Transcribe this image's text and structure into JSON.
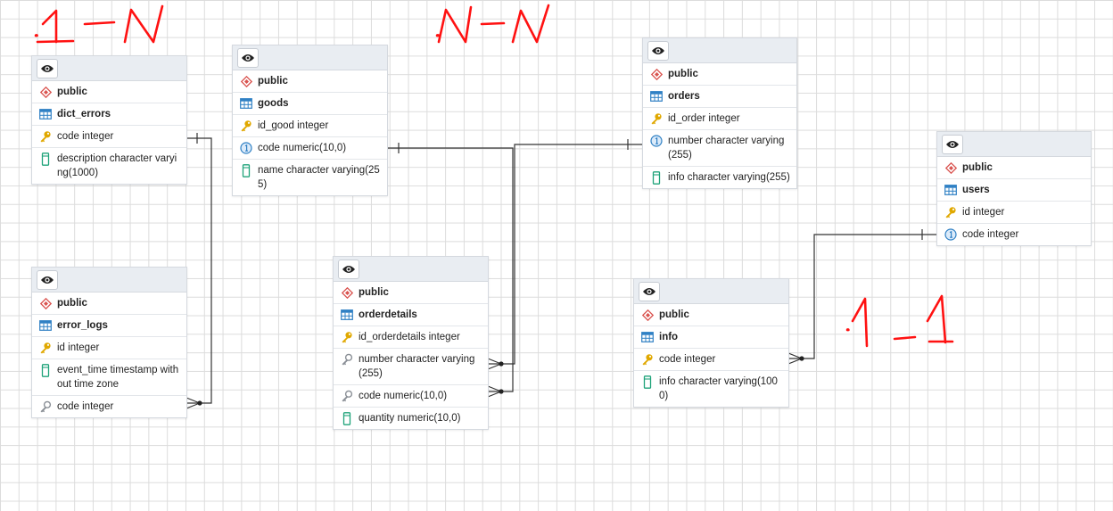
{
  "annotations": {
    "one_to_many": "1-N",
    "many_to_many": "N-N",
    "one_to_one": "1-1"
  },
  "tables": {
    "dict_errors": {
      "schema": "public",
      "name": "dict_errors",
      "columns": [
        {
          "icon": "primary-key-icon",
          "text": "code integer"
        },
        {
          "icon": "column-icon",
          "text": "description character varying(1000)"
        }
      ]
    },
    "error_logs": {
      "schema": "public",
      "name": "error_logs",
      "columns": [
        {
          "icon": "primary-key-icon",
          "text": "id integer"
        },
        {
          "icon": "column-icon",
          "text": "event_time timestamp without time zone"
        },
        {
          "icon": "foreign-key-icon",
          "text": "code integer"
        }
      ]
    },
    "goods": {
      "schema": "public",
      "name": "goods",
      "columns": [
        {
          "icon": "primary-key-icon",
          "text": "id_good integer"
        },
        {
          "icon": "unique-icon",
          "text": "code numeric(10,0)"
        },
        {
          "icon": "column-icon",
          "text": "name character varying(255)"
        }
      ]
    },
    "orderdetails": {
      "schema": "public",
      "name": "orderdetails",
      "columns": [
        {
          "icon": "primary-key-icon",
          "text": "id_orderdetails integer"
        },
        {
          "icon": "foreign-key-icon",
          "text": "number character varying(255)"
        },
        {
          "icon": "foreign-key-icon",
          "text": "code numeric(10,0)"
        },
        {
          "icon": "column-icon",
          "text": "quantity numeric(10,0)"
        }
      ]
    },
    "orders": {
      "schema": "public",
      "name": "orders",
      "columns": [
        {
          "icon": "primary-key-icon",
          "text": "id_order integer"
        },
        {
          "icon": "unique-icon",
          "text": "number character varying(255)"
        },
        {
          "icon": "column-icon",
          "text": "info character varying(255)"
        }
      ]
    },
    "users": {
      "schema": "public",
      "name": "users",
      "columns": [
        {
          "icon": "primary-key-icon",
          "text": "id integer"
        },
        {
          "icon": "unique-icon",
          "text": "code integer"
        }
      ]
    },
    "info": {
      "schema": "public",
      "name": "info",
      "columns": [
        {
          "icon": "primary-key-icon",
          "text": "code integer"
        },
        {
          "icon": "column-icon",
          "text": "info character varying(1000)"
        }
      ]
    }
  },
  "colors": {
    "annotation": "#ff1111",
    "schema_icon": "#d9534f",
    "table_icon": "#2f80c4",
    "primary_key": "#e0a800",
    "foreign_key": "#8a8f96",
    "unique": "#2f80c4",
    "column": "#1fa37a",
    "line": "#333333"
  }
}
